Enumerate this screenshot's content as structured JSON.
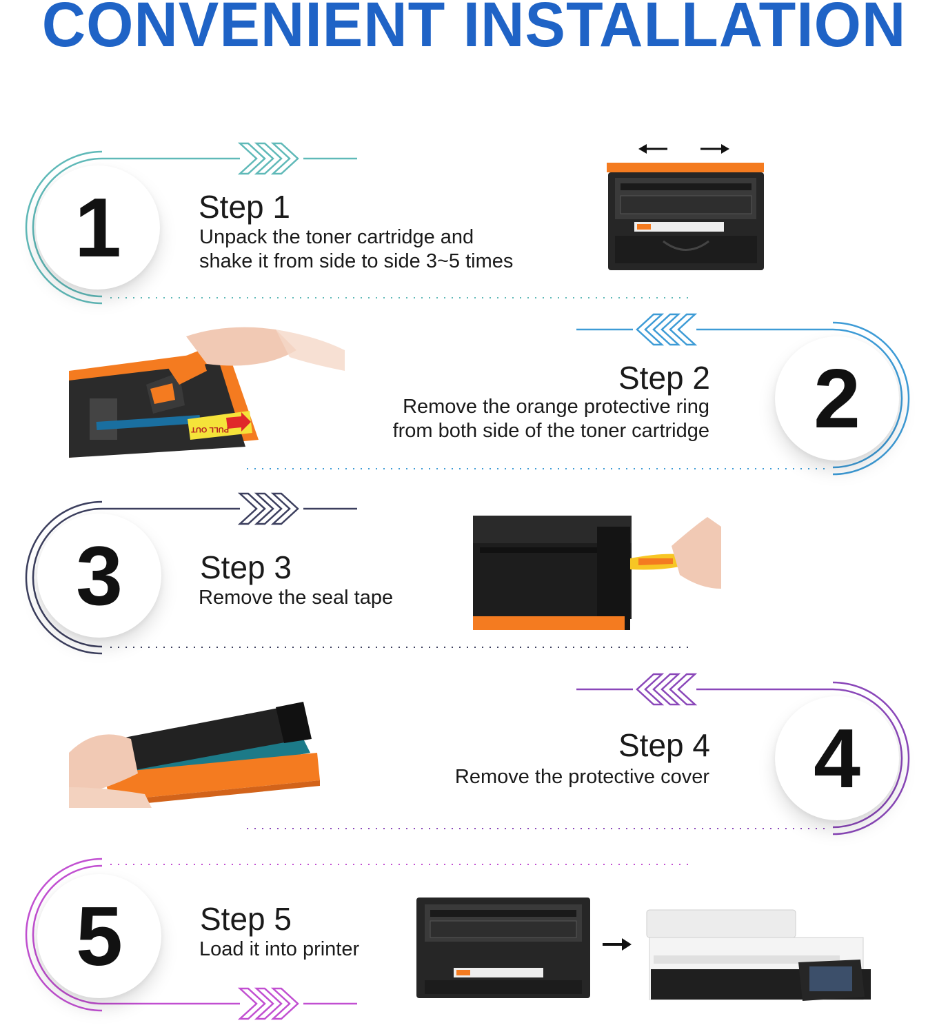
{
  "title": "CONVENIENT INSTALLATION",
  "colors": {
    "title": "#1f63c6",
    "step1_accent": "#5fb9b8",
    "step2_accent": "#3d9bd6",
    "step3_accent": "#3c3f5e",
    "step4_accent": "#8a47b9",
    "step5_accent": "#c14fd1",
    "cartridge_orange": "#f47b20",
    "cartridge_black": "#1d1d1d"
  },
  "steps": [
    {
      "number": "1",
      "title": "Step 1",
      "lines": [
        "Unpack the toner cartridge and",
        "shake it from side to side 3~5 times"
      ]
    },
    {
      "number": "2",
      "title": "Step 2",
      "lines": [
        "Remove the orange protective ring",
        "from both side of the toner cartridge"
      ]
    },
    {
      "number": "3",
      "title": "Step 3",
      "lines": [
        "Remove the seal tape"
      ]
    },
    {
      "number": "4",
      "title": "Step 4",
      "lines": [
        "Remove the protective cover"
      ]
    },
    {
      "number": "5",
      "title": "Step 5",
      "lines": [
        "Load it into printer"
      ]
    }
  ],
  "images": {
    "step1": "toner-cartridge-shake-illustration",
    "step2": "orange-protective-ring-removal-photo",
    "step3": "seal-tape-removal-photo",
    "step4": "protective-cover-removal-photo",
    "step5": "cartridge-and-printer-illustration"
  },
  "labels": {
    "pull_out": "PULL OUT"
  },
  "icons": [
    "chevron-right-icon",
    "chevron-left-icon",
    "arrow-left-icon",
    "arrow-right-icon"
  ]
}
